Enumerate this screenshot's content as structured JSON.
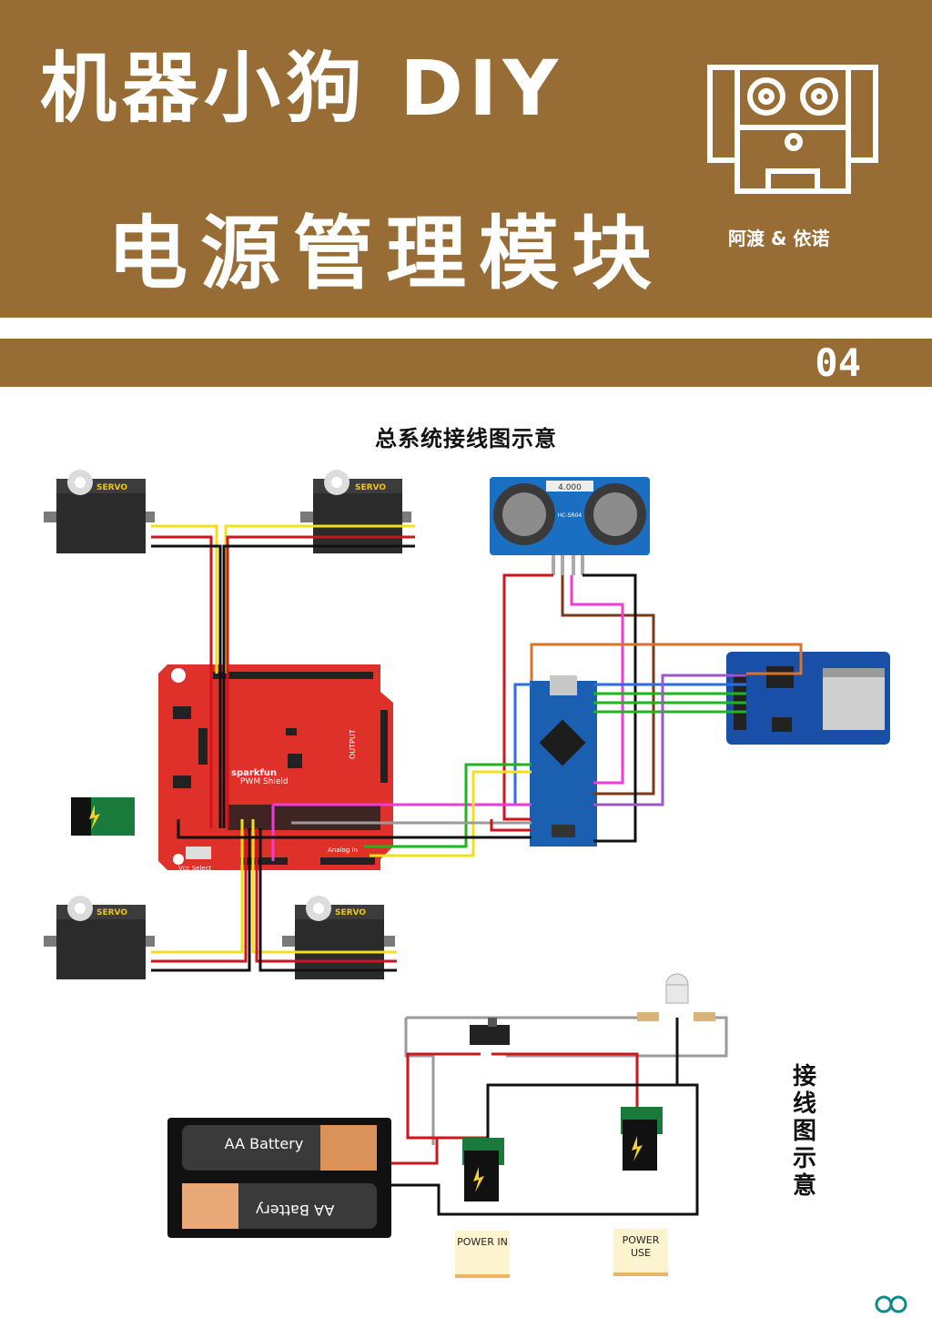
{
  "header": {
    "title": "机器小狗 DIY",
    "subtitle": "电源管理模块",
    "authors": "阿渡 & 依诺",
    "page_number": "04"
  },
  "captions": {
    "system_wiring": "总系统接线图示意",
    "wiring": "接线图示意"
  },
  "components": {
    "servo_label": "SERVO",
    "sensor_display": "4.000",
    "sensor_model": "HC-SR04",
    "shield_brand": "sparkfun",
    "shield_name": "PWM Shield",
    "shield_output": "OUTPUT",
    "shield_analog": "Analog In",
    "shield_vcc_select": "Vcc Select",
    "battery_label": "AA Battery",
    "power_in_label": "POWER IN",
    "power_use_label": "POWER USE"
  },
  "colors": {
    "brand_brown": "#976c35",
    "shield_red": "#e0302a",
    "module_blue": "#1a5fb0",
    "wire_red": "#d0141b",
    "wire_yellow": "#f2e01a",
    "wire_green": "#1fb51f",
    "wire_magenta": "#ef3bd8",
    "wire_orange": "#d9732a",
    "wire_purple": "#9b57c8",
    "wire_blue": "#2a6ee0"
  }
}
